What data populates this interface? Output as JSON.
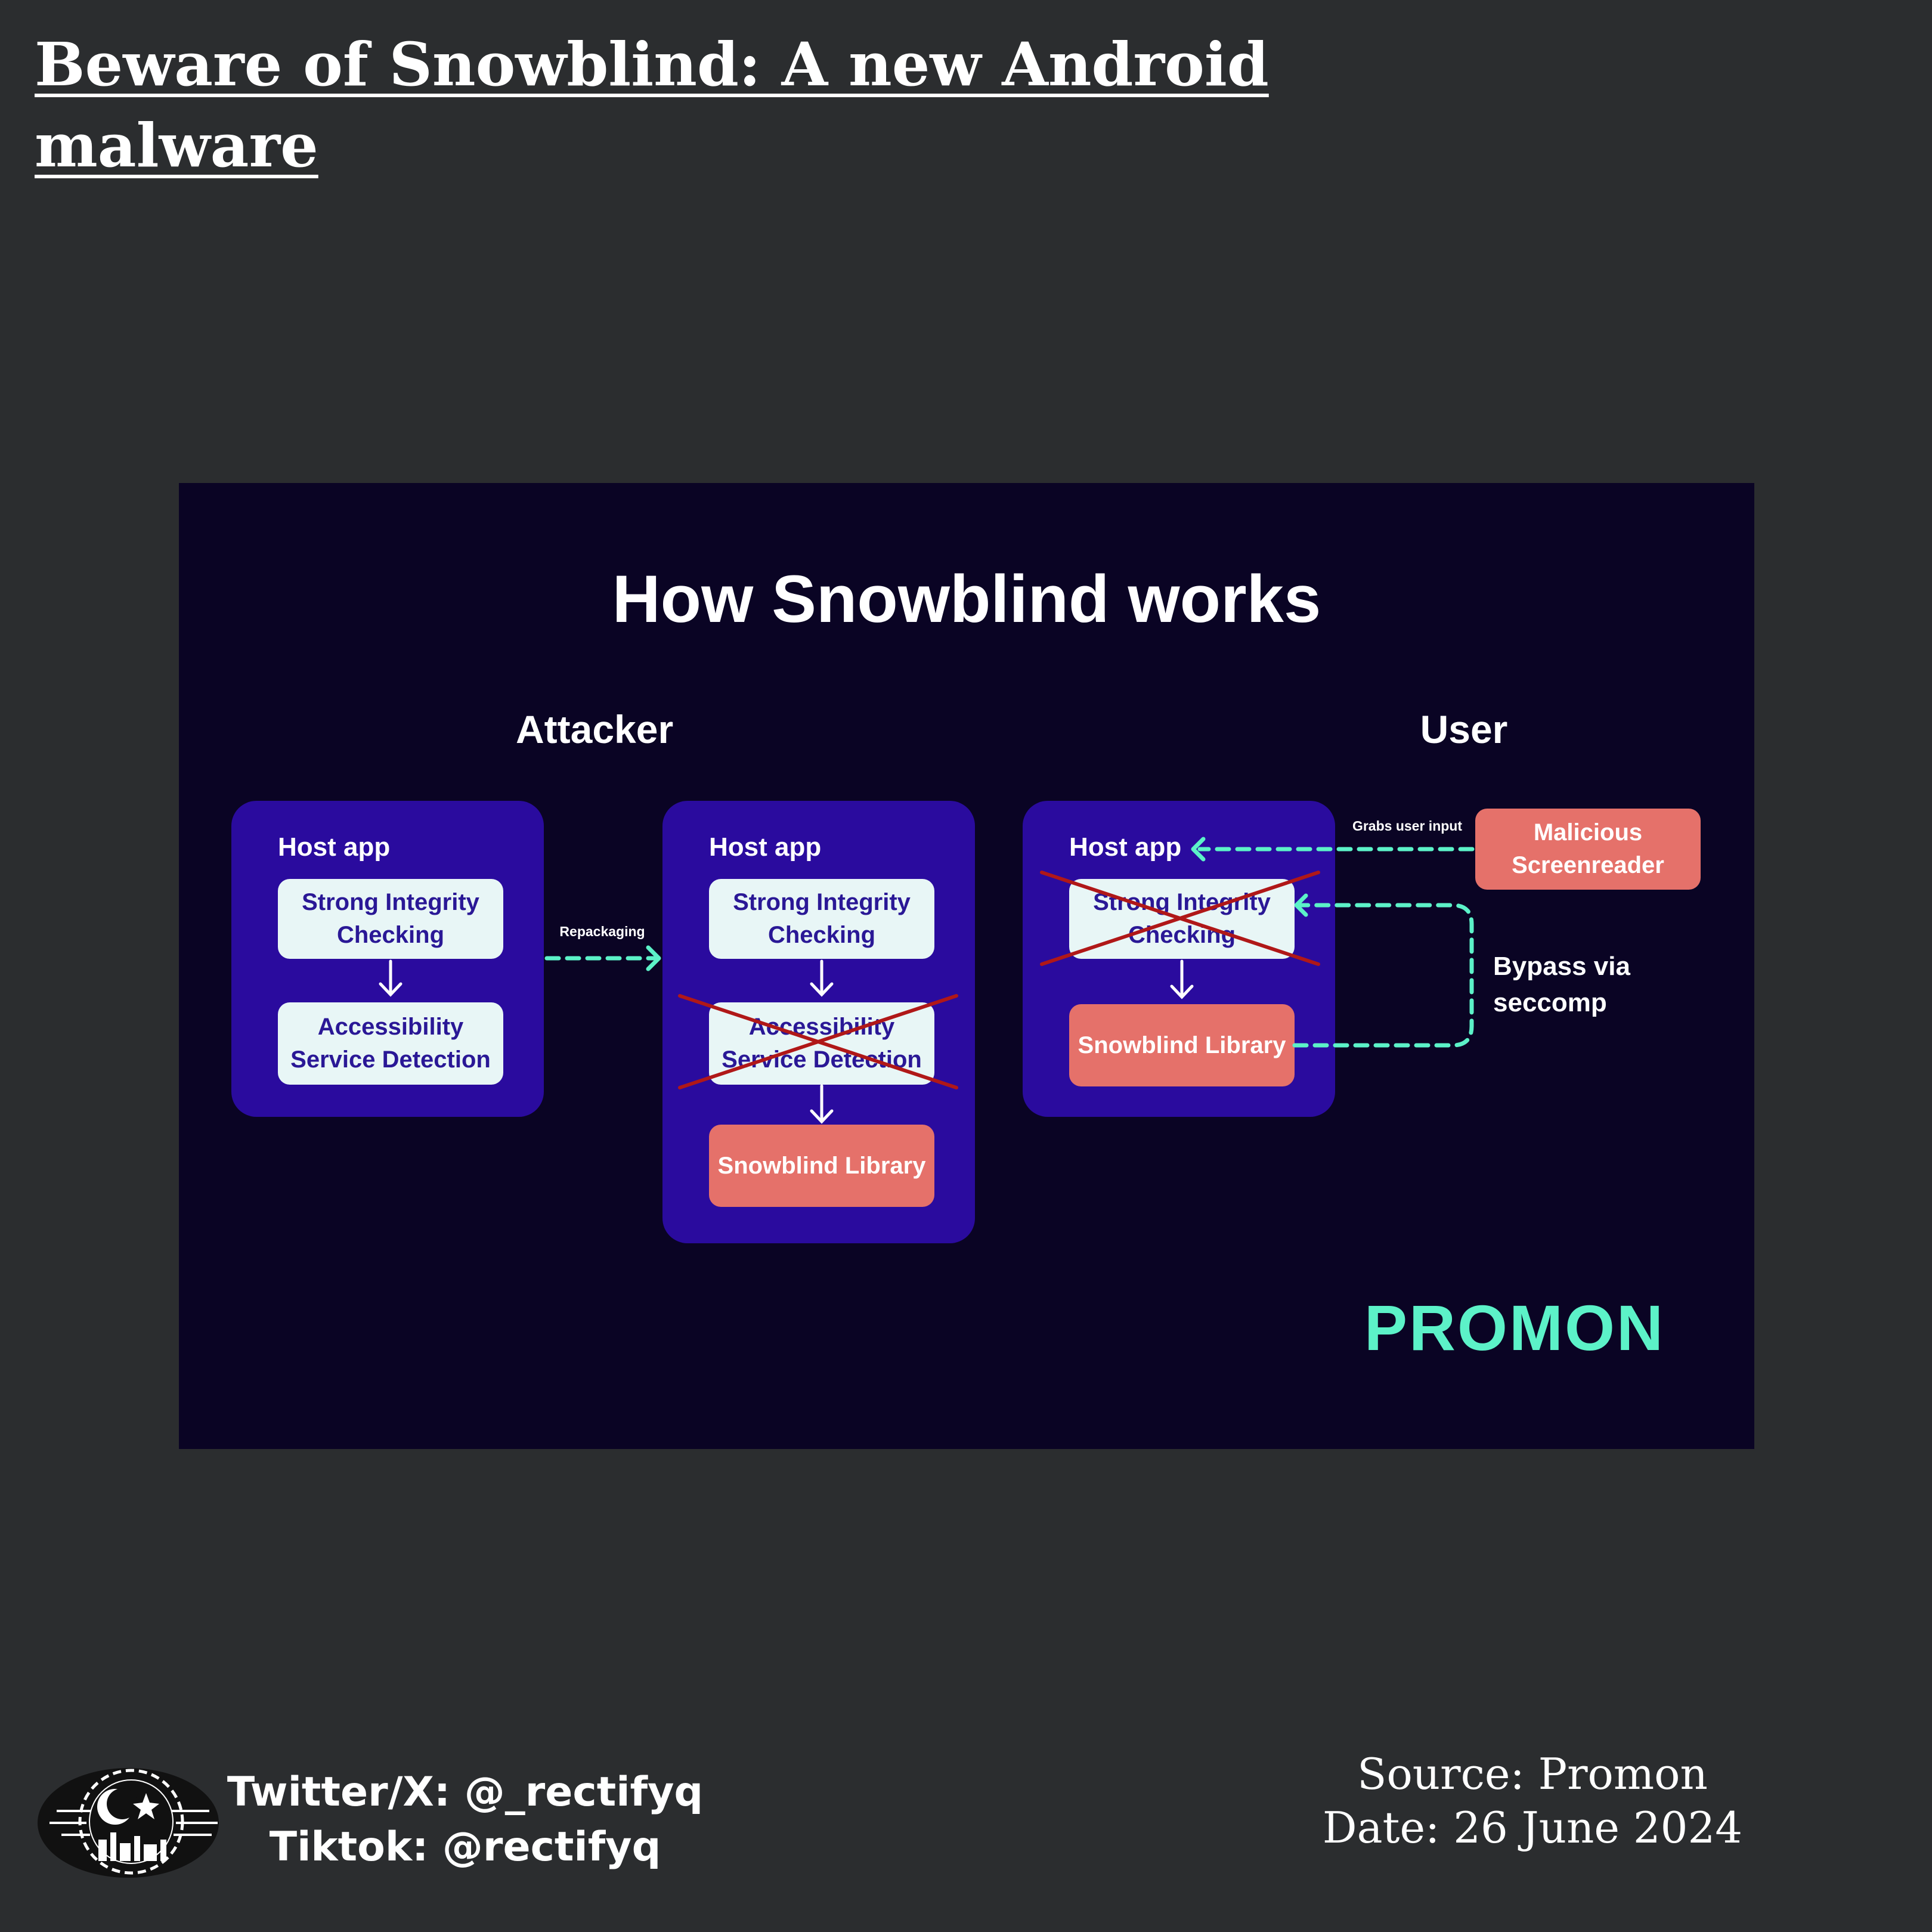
{
  "page": {
    "title": "Beware of Snowblind: A new Android malware"
  },
  "diagram": {
    "title": "How Snowblind works",
    "column_labels": {
      "attacker": "Attacker",
      "user": "User"
    },
    "stages": [
      {
        "host_label": "Host app",
        "components": [
          "Strong Integrity Checking",
          "Accessibility Service Detection"
        ]
      },
      {
        "host_label": "Host app",
        "components": [
          "Strong Integrity Checking",
          "Accessibility Service Detection",
          "Snowblind Library"
        ],
        "disabled": [
          "Accessibility Service Detection"
        ]
      },
      {
        "host_label": "Host app",
        "components": [
          "Strong Integrity Checking",
          "Snowblind Library"
        ],
        "disabled": [
          "Strong Integrity Checking"
        ]
      }
    ],
    "external": {
      "screenreader": "Malicious Screenreader"
    },
    "edges": {
      "repackaging": "Repackaging",
      "grabs_input": "Grabs user input",
      "bypass": "Bypass via seccomp"
    },
    "logo": "PROMON",
    "colors": {
      "background": "#0a0424",
      "host_app": "#2a0b9e",
      "component": "#e8f6f6",
      "malicious": "#e5716a",
      "arrow_dashed": "#5cf2c8",
      "cross_out": "#b01818"
    }
  },
  "footer": {
    "twitter": "Twitter/X: @_rectifyq",
    "tiktok": "Tiktok: @rectifyq",
    "source": "Source: Promon",
    "date": "Date: 26 June 2024",
    "logo_icon": "crescent-moon-star-city-icon"
  }
}
